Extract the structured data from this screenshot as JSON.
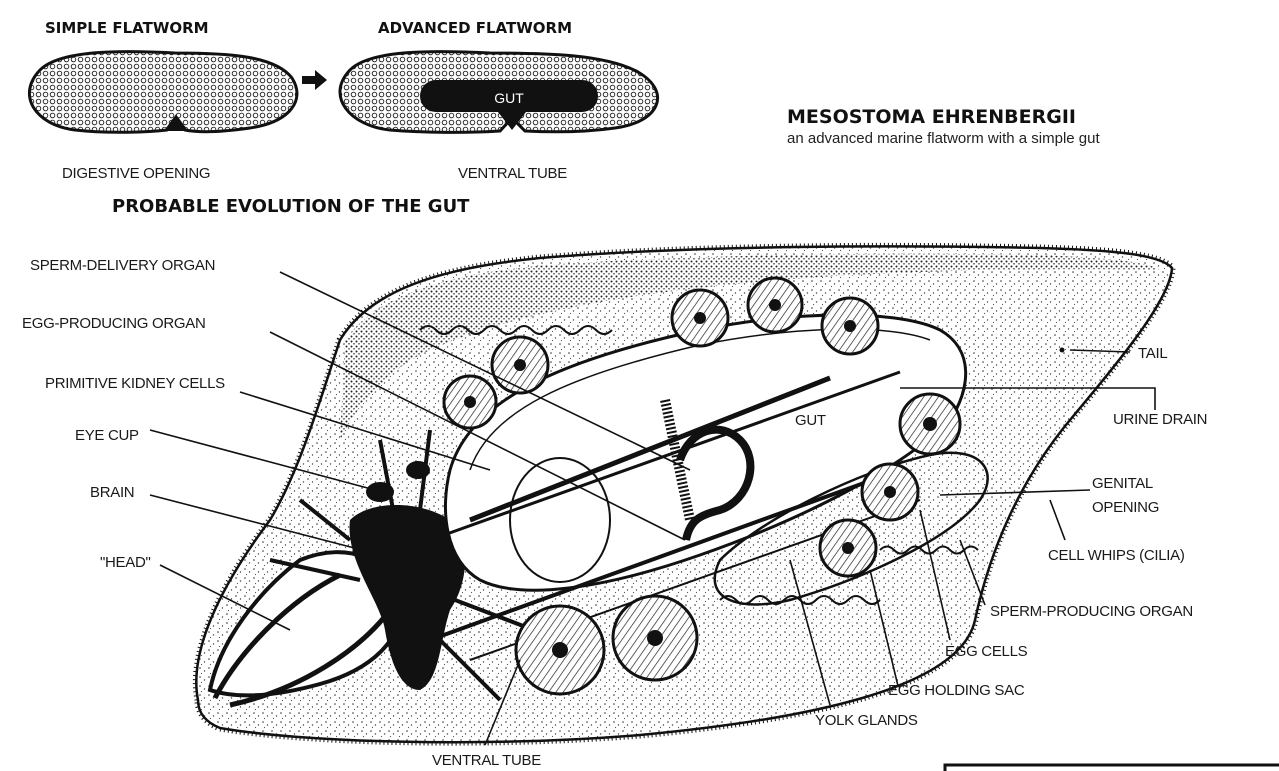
{
  "inset": {
    "simple_title": "SIMPLE FLATWORM",
    "advanced_title": "ADVANCED FLATWORM",
    "gut_label": "GUT",
    "digestive_opening": "DIGESTIVE OPENING",
    "ventral_tube": "VENTRAL TUBE",
    "caption": "PROBABLE EVOLUTION OF THE GUT"
  },
  "species": {
    "name": "MESOSTOMA EHRENBERGII",
    "description": "an advanced marine flatworm with a simple gut"
  },
  "labels": {
    "sperm_delivery_organ": "SPERM-DELIVERY ORGAN",
    "egg_producing_organ": "EGG-PRODUCING ORGAN",
    "primitive_kidney_cells": "PRIMITIVE KIDNEY CELLS",
    "eye_cup": "EYE CUP",
    "brain": "BRAIN",
    "head": "\"HEAD\"",
    "ventral_tube": "VENTRAL TUBE",
    "yolk_glands": "YOLK GLANDS",
    "egg_holding_sac": "EGG HOLDING SAC",
    "egg_cells": "EGG CELLS",
    "sperm_producing_organ": "SPERM-PRODUCING ORGAN",
    "cell_whips": "CELL WHIPS (CILIA)",
    "genital_opening_line1": "GENITAL",
    "genital_opening_line2": "OPENING",
    "urine_drain": "URINE DRAIN",
    "tail": "TAIL",
    "gut": "GUT"
  }
}
